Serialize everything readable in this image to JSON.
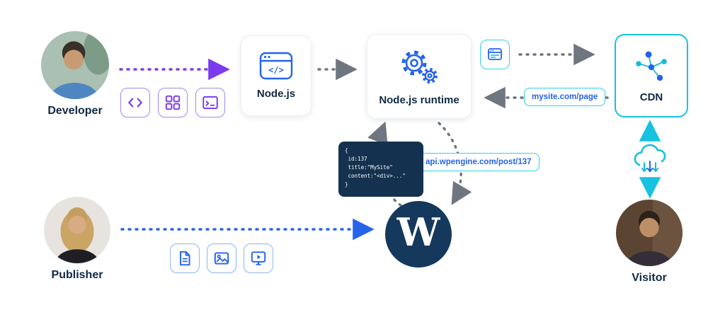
{
  "nodes": {
    "developer": {
      "label": "Developer"
    },
    "publisher": {
      "label": "Publisher"
    },
    "visitor": {
      "label": "Visitor"
    },
    "nodejs": {
      "label": "Node.js",
      "icon_glyph": "</>"
    },
    "runtime": {
      "label": "Node.js runtime"
    },
    "cdn": {
      "label": "CDN"
    },
    "wordpress": {
      "monogram": "W"
    }
  },
  "pills": {
    "mysite": "mysite.com/page",
    "api": "api.wpengine.com/post/137"
  },
  "code_block": {
    "text": "{\n id:137\n title:\"MySite\"\n content:\"<div>...\"\n}"
  },
  "icons": {
    "developer_tools": [
      "code-brackets",
      "blocks-grid",
      "terminal"
    ],
    "publisher_content": [
      "document",
      "image",
      "video-player"
    ],
    "runtime_icon": "gears",
    "cdn_icon": "network-nodes",
    "delivery_icon": "cloud-download",
    "request_icon": "browser-window"
  },
  "flows": [
    {
      "from": "developer",
      "to": "nodejs",
      "color": "purple",
      "style": "dashed"
    },
    {
      "from": "nodejs",
      "to": "runtime",
      "color": "gray",
      "style": "dashed"
    },
    {
      "from": "runtime",
      "to": "cdn",
      "color": "gray",
      "style": "dashed"
    },
    {
      "from": "cdn",
      "to": "runtime",
      "color": "gray",
      "style": "dashed",
      "label": "mysite.com/page"
    },
    {
      "from": "runtime",
      "to": "wordpress",
      "color": "gray",
      "style": "dashed",
      "label": "api.wpengine.com/post/137"
    },
    {
      "from": "wordpress",
      "to": "runtime",
      "color": "gray",
      "style": "dashed"
    },
    {
      "from": "publisher",
      "to": "wordpress",
      "color": "blue",
      "style": "dashed"
    },
    {
      "from": "cdn",
      "to": "visitor",
      "color": "cyan",
      "style": "dashed",
      "bidirectional": true
    }
  ],
  "colors": {
    "purple": "#7c3aed",
    "blue": "#2563eb",
    "cyan": "#16c2e0",
    "gray": "#6f7680",
    "navy": "#102a43",
    "wordpress_navy": "#14395c"
  }
}
